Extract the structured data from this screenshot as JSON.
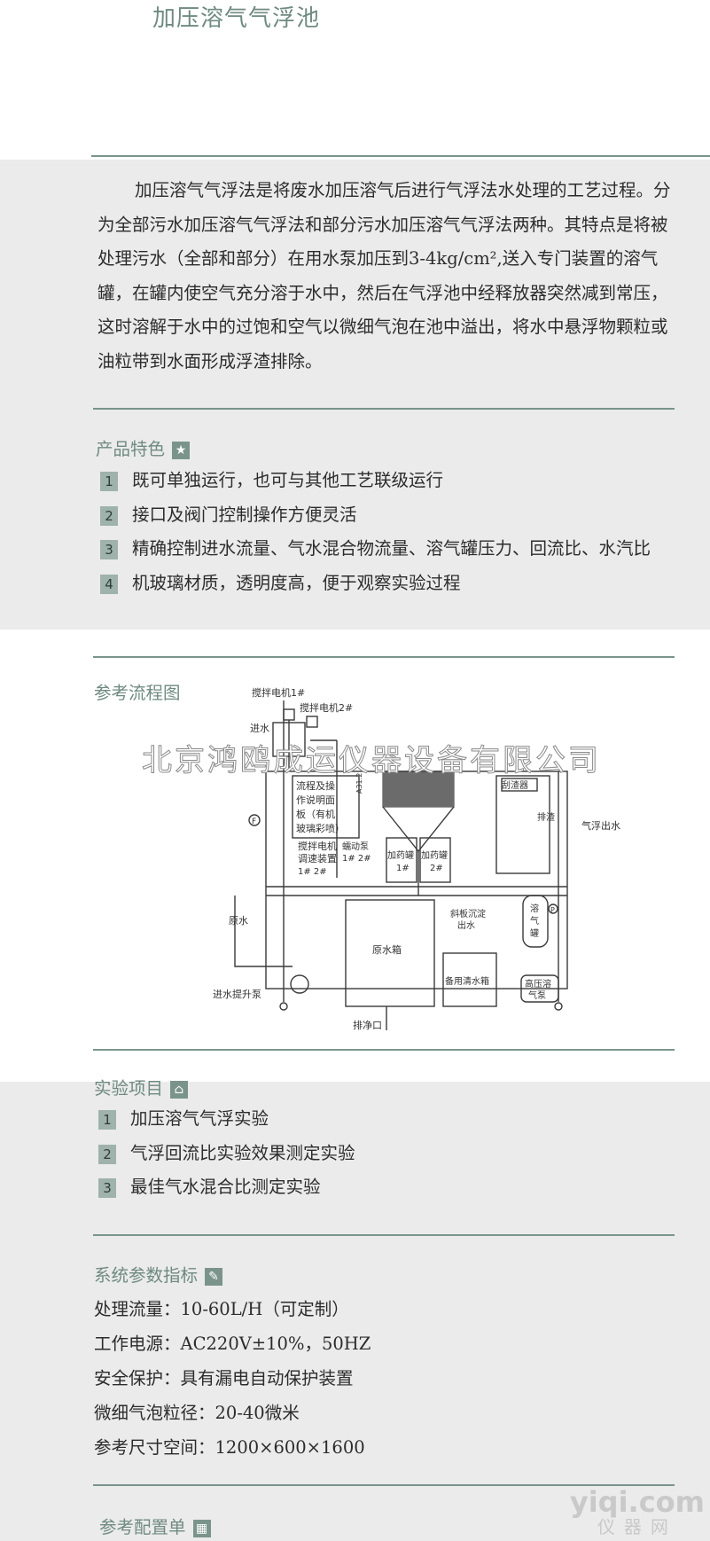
{
  "title": "加压溶气气浮池",
  "intro": "加压溶气气浮法是将废水加压溶气后进行气浮法水处理的工艺过程。分为全部污水加压溶气气浮法和部分污水加压溶气气浮法两种。其特点是将被处理污水（全部和部分）在用水泵加压到3-4kg/cm²,送入专门装置的溶气罐，在罐内使空气充分溶于水中，然后在气浮池中经释放器突然减到常压，这时溶解于水中的过饱和空气以微细气泡在池中溢出，将水中悬浮物颗粒或油粒带到水面形成浮渣排除。",
  "features": {
    "heading": "产品特色",
    "items": [
      {
        "n": "1",
        "text": "既可单独运行，也可与其他工艺联级运行"
      },
      {
        "n": "2",
        "text": "接口及阀门控制操作方便灵活"
      },
      {
        "n": "3",
        "text": "精确控制进水流量、气水混合物流量、溶气罐压力、回流比、水汽比"
      },
      {
        "n": "4",
        "text": "机玻璃材质，透明度高，便于观察实验过程"
      }
    ]
  },
  "flow": {
    "heading": "参考流程图",
    "labels": {
      "motor1": "搅拌电机1#",
      "motor2": "搅拌电机2#",
      "inlet": "进水",
      "panel": [
        "流程及操",
        "作说明面",
        "板（有机",
        "玻璃彩喷）"
      ],
      "a31": "A31.2",
      "scraper": "刮渣器",
      "slag": "排渣",
      "float_out": "气浮出水",
      "stir_ctl": [
        "搅拌电机",
        "调速装置"
      ],
      "stir_nums": "1#   2#",
      "pump": [
        "蠕动泵",
        "1#  2#"
      ],
      "dose1": [
        "加药罐",
        "1#"
      ],
      "dose2": [
        "加药罐",
        "2#"
      ],
      "raw": "原水",
      "settle": [
        "斜板沉淀",
        "出水"
      ],
      "dissolve": [
        "溶",
        "气",
        "罐"
      ],
      "raw_tank": "原水箱",
      "lift_pump": "进水提升泵",
      "clean_tank": "备用清水箱",
      "hp_pump": [
        "高压溶",
        "气泵"
      ],
      "drain": "排净口",
      "f": "F",
      "p": "P"
    }
  },
  "watermark": "北京鸿鸥成运仪器设备有限公司",
  "experiments": {
    "heading": "实验项目",
    "items": [
      {
        "n": "1",
        "text": "加压溶气气浮实验"
      },
      {
        "n": "2",
        "text": "气浮回流比实验效果测定实验"
      },
      {
        "n": "3",
        "text": "最佳气水混合比测定实验"
      }
    ]
  },
  "params": {
    "heading": "系统参数指标",
    "items": [
      "处理流量：10-60L/H（可定制）",
      "工作电源：AC220V±10%，50HZ",
      "安全保护：具有漏电自动保护装置",
      "微细气泡粒径：20-40微米",
      "参考尺寸空间：1200×600×1600"
    ]
  },
  "config": {
    "heading": "参考配置单"
  },
  "logo": {
    "line1": "yiqi.com",
    "line2": "仪器网"
  }
}
